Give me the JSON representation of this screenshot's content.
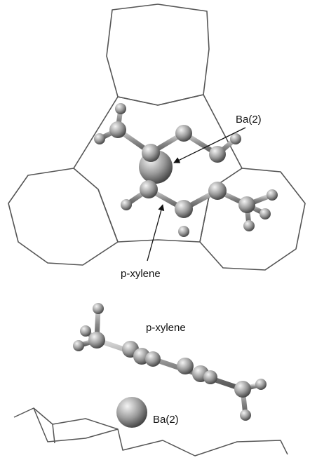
{
  "labels": {
    "top_ba": "Ba(2)",
    "top_xylene": "p-xylene",
    "bottom_xylene": "p-xylene",
    "bottom_ba": "Ba(2)"
  },
  "colors": {
    "framework": "#555555",
    "atom_dark": "#4a4a4a",
    "atom_light": "#f2f2f2",
    "bond": "#8c8c8c",
    "text": "#111111"
  }
}
